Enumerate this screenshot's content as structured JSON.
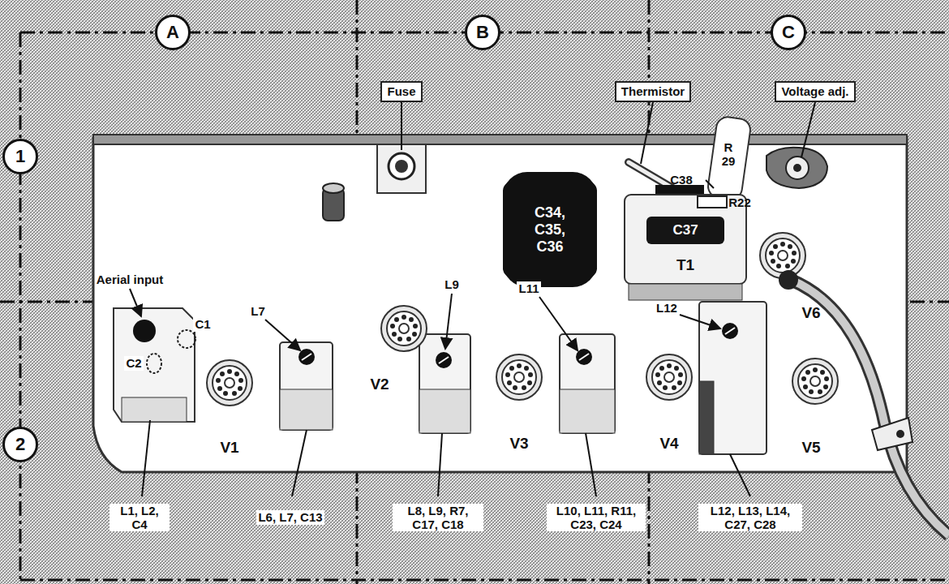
{
  "diagram": {
    "nodes": [
      {
        "text": [
          "A"
        ]
      },
      {
        "text": [
          "B"
        ]
      },
      {
        "text": [
          "C"
        ]
      },
      {
        "text": [
          "1"
        ]
      },
      {
        "text": [
          "C34, C35, C36"
        ]
      },
      {
        "text": [
          "C37"
        ]
      },
      {
        "text": [
          "2"
        ]
      }
    ],
    "edges": [],
    "labels": [
      "Fuse",
      "Thermistor",
      "Voltage adj.",
      "R 29",
      "C38",
      "R22",
      "T1",
      "Aerial input",
      "C1",
      "C2",
      "L7",
      "L9",
      "L11",
      "L12",
      "V1",
      "V2",
      "V3",
      "V4",
      "V5",
      "V6",
      "L1, L2, C4",
      "L6, L7, C13",
      "L8, L9, R7, C17, C18",
      "L10, L11, R11, C23, C24",
      "L12, L13, L14, C27, C28"
    ]
  }
}
